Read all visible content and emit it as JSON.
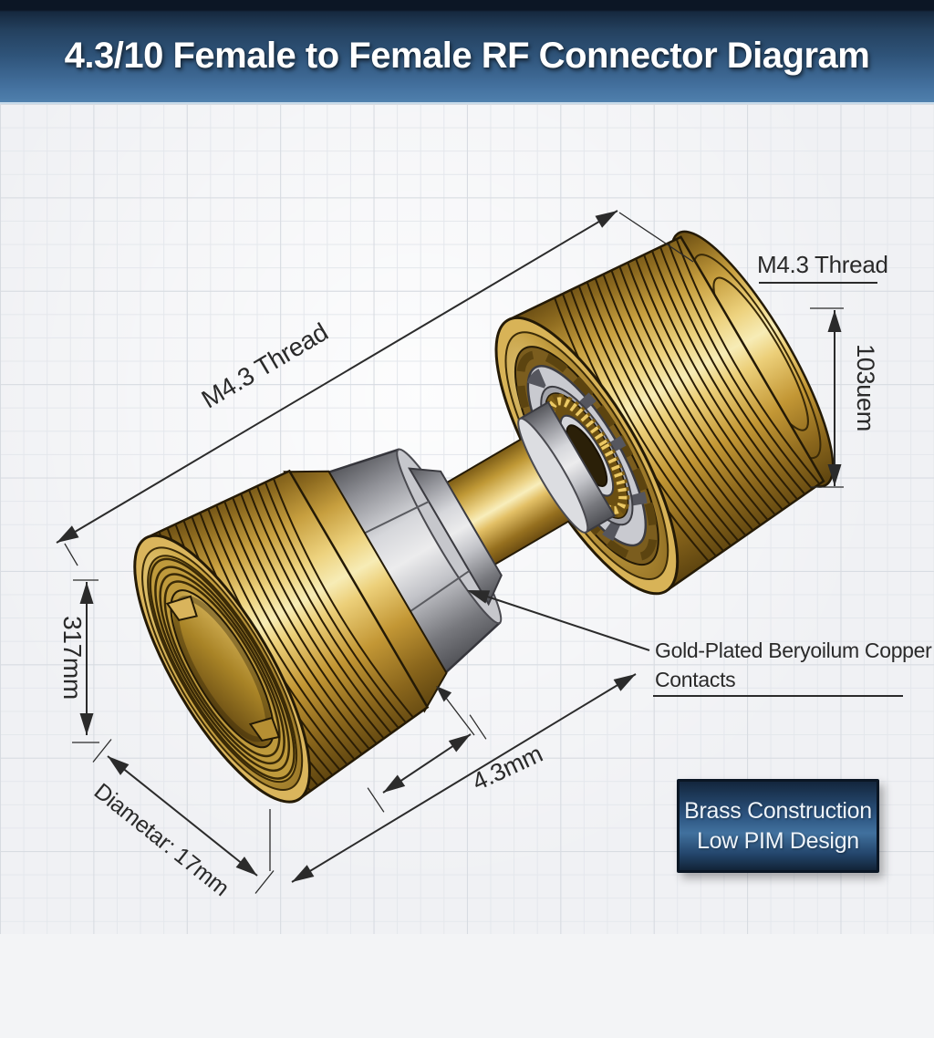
{
  "header": {
    "title": "4.3/10 Female to Female RF Connector Diagram"
  },
  "labels": {
    "thread_long": "M4.3 Thread",
    "thread_right": "M4.3 Thread",
    "depth_right": "103uem",
    "height_left": "317mm",
    "diameter_bottom": "Diametar: 17mm",
    "pin_width": "4.3mm",
    "contacts1": "Gold-Plated Beryoilum Copper",
    "contacts2": "Contacts"
  },
  "info_box": {
    "line1": "Brass Construction",
    "line2": "Low PIM Design"
  },
  "colors": {
    "header_top": "#0c1625",
    "header_bottom": "#4f80ad",
    "background": "#f0f1f4",
    "grid_line": "#dfe2e7",
    "dimension_line": "#2b2b2b",
    "brass": "#d8b357",
    "brass_highlight": "#f7ecb6",
    "brass_shadow": "#6b4e14",
    "silver": "#c9cad0",
    "gold_contact": "#ecc964",
    "info_box_border": "#0a1624",
    "info_box_blue": "#41719e",
    "info_text": "#eef4fa"
  }
}
